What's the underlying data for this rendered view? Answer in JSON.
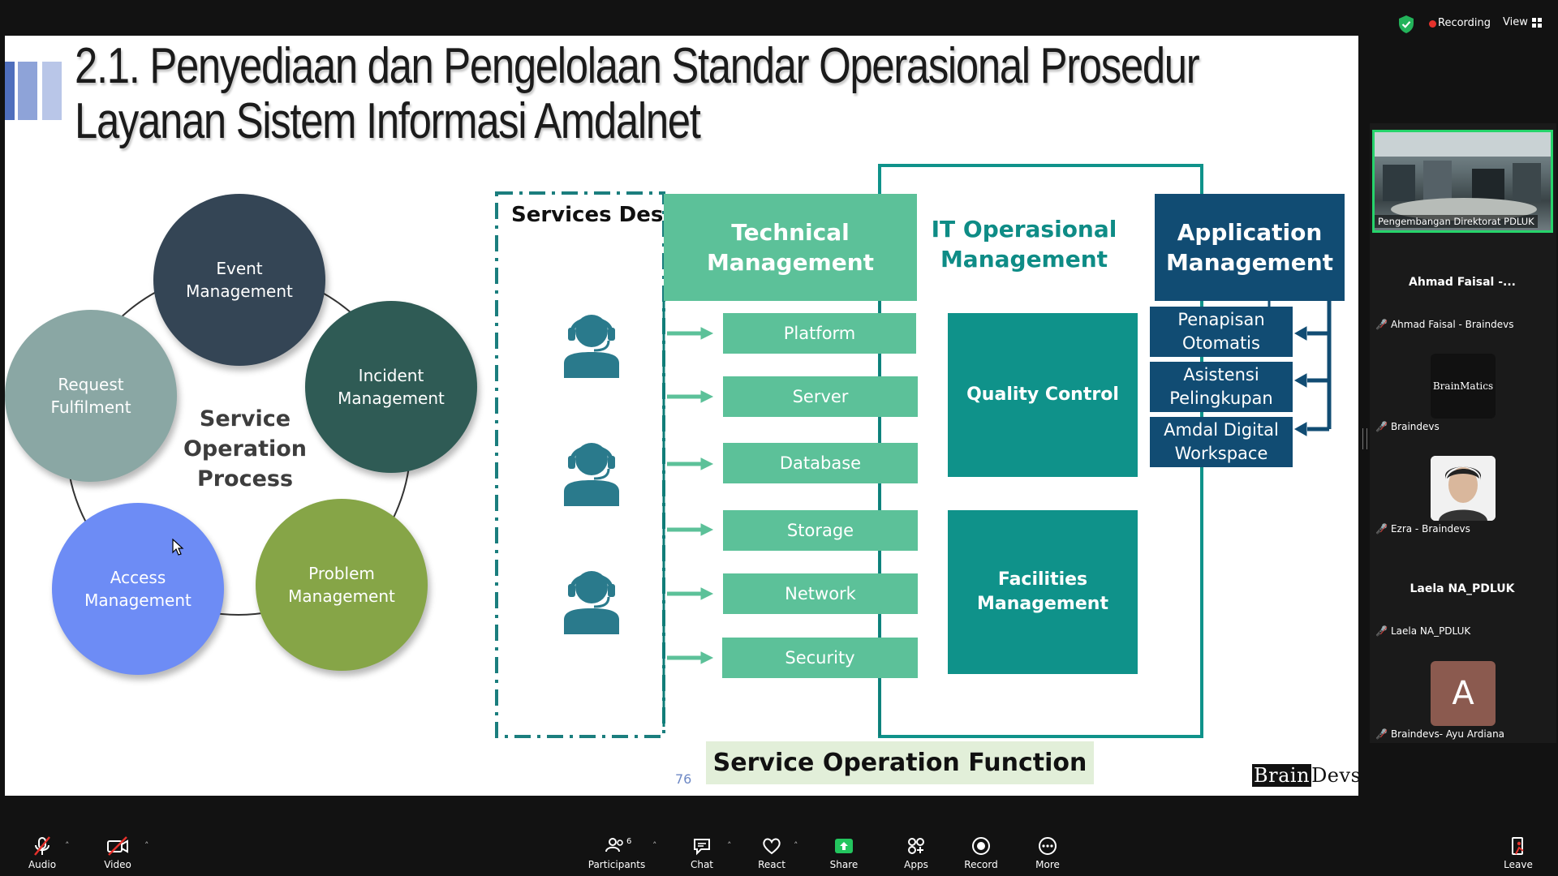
{
  "topbar": {
    "recording_label": "Recording",
    "view_label": "View"
  },
  "slide": {
    "title_line1": "2.1. Penyediaan dan Pengelolaan Standar Operasional Prosedur",
    "title_line2": "Layanan Sistem Informasi Amdalnet",
    "bar_colors": [
      "#4f6fbd",
      "#8ea3d8",
      "#b9c6e8"
    ],
    "cycle": {
      "center_label_lines": [
        "Service",
        "Operation",
        "Process"
      ],
      "nodes": [
        {
          "label_lines": [
            "Event",
            "Management"
          ],
          "color": "#344555"
        },
        {
          "label_lines": [
            "Incident",
            "Management"
          ],
          "color": "#2f5b55"
        },
        {
          "label_lines": [
            "Problem",
            "Management"
          ],
          "color": "#86a547"
        },
        {
          "label_lines": [
            "Access",
            "Management"
          ],
          "color": "#6d8cf5"
        },
        {
          "label_lines": [
            "Request",
            "Fulfilment"
          ],
          "color": "#8aa7a4"
        }
      ]
    },
    "services_desk": {
      "title": "Services Desk"
    },
    "technical_management": {
      "title_lines": [
        "Technical",
        "Management"
      ],
      "color": "#5cc199",
      "items": [
        "Platform",
        "Server",
        "Database",
        "Storage",
        "Network",
        "Security"
      ]
    },
    "it_operational": {
      "title_lines": [
        "IT Operasional",
        "Management"
      ],
      "color": "#0f928a",
      "boxes": [
        {
          "label_lines": [
            "Quality Control"
          ]
        },
        {
          "label_lines": [
            "Facilities",
            "Management"
          ]
        }
      ]
    },
    "application_management": {
      "title_lines": [
        "Application",
        "Management"
      ],
      "color": "#114c73",
      "items": [
        {
          "label_lines": [
            "Penapisan",
            "Otomatis"
          ]
        },
        {
          "label_lines": [
            "Asistensi",
            "Pelingkupan"
          ]
        },
        {
          "label_lines": [
            "Amdal Digital",
            "Workspace"
          ]
        }
      ]
    },
    "footer_label": "Service Operation Function",
    "page_number": "76",
    "logo_brain": "Brain",
    "logo_devs": "Devs"
  },
  "participants_panel": {
    "video_caption": "Pengembangan Direktorat PDLUK",
    "participants": [
      {
        "display_name": "Ahmad Faisal -...",
        "label": "Ahmad Faisal - Braindevs",
        "avatar": "none"
      },
      {
        "display_name": "",
        "label": "Braindevs",
        "avatar": "logo",
        "avatar_text": "BrainMatics"
      },
      {
        "display_name": "",
        "label": "Ezra - Braindevs",
        "avatar": "photo"
      },
      {
        "display_name": "Laela NA_PDLUK",
        "label": "Laela NA_PDLUK",
        "avatar": "none"
      },
      {
        "display_name": "",
        "label": "Braindevs- Ayu Ardiana",
        "avatar": "letter",
        "avatar_text": "A",
        "avatar_color": "#8b5a4f"
      }
    ]
  },
  "toolbar": {
    "audio": "Audio",
    "video": "Video",
    "participants": "Participants",
    "participants_count": "6",
    "chat": "Chat",
    "react": "React",
    "share": "Share",
    "apps": "Apps",
    "record": "Record",
    "more": "More",
    "leave": "Leave"
  }
}
